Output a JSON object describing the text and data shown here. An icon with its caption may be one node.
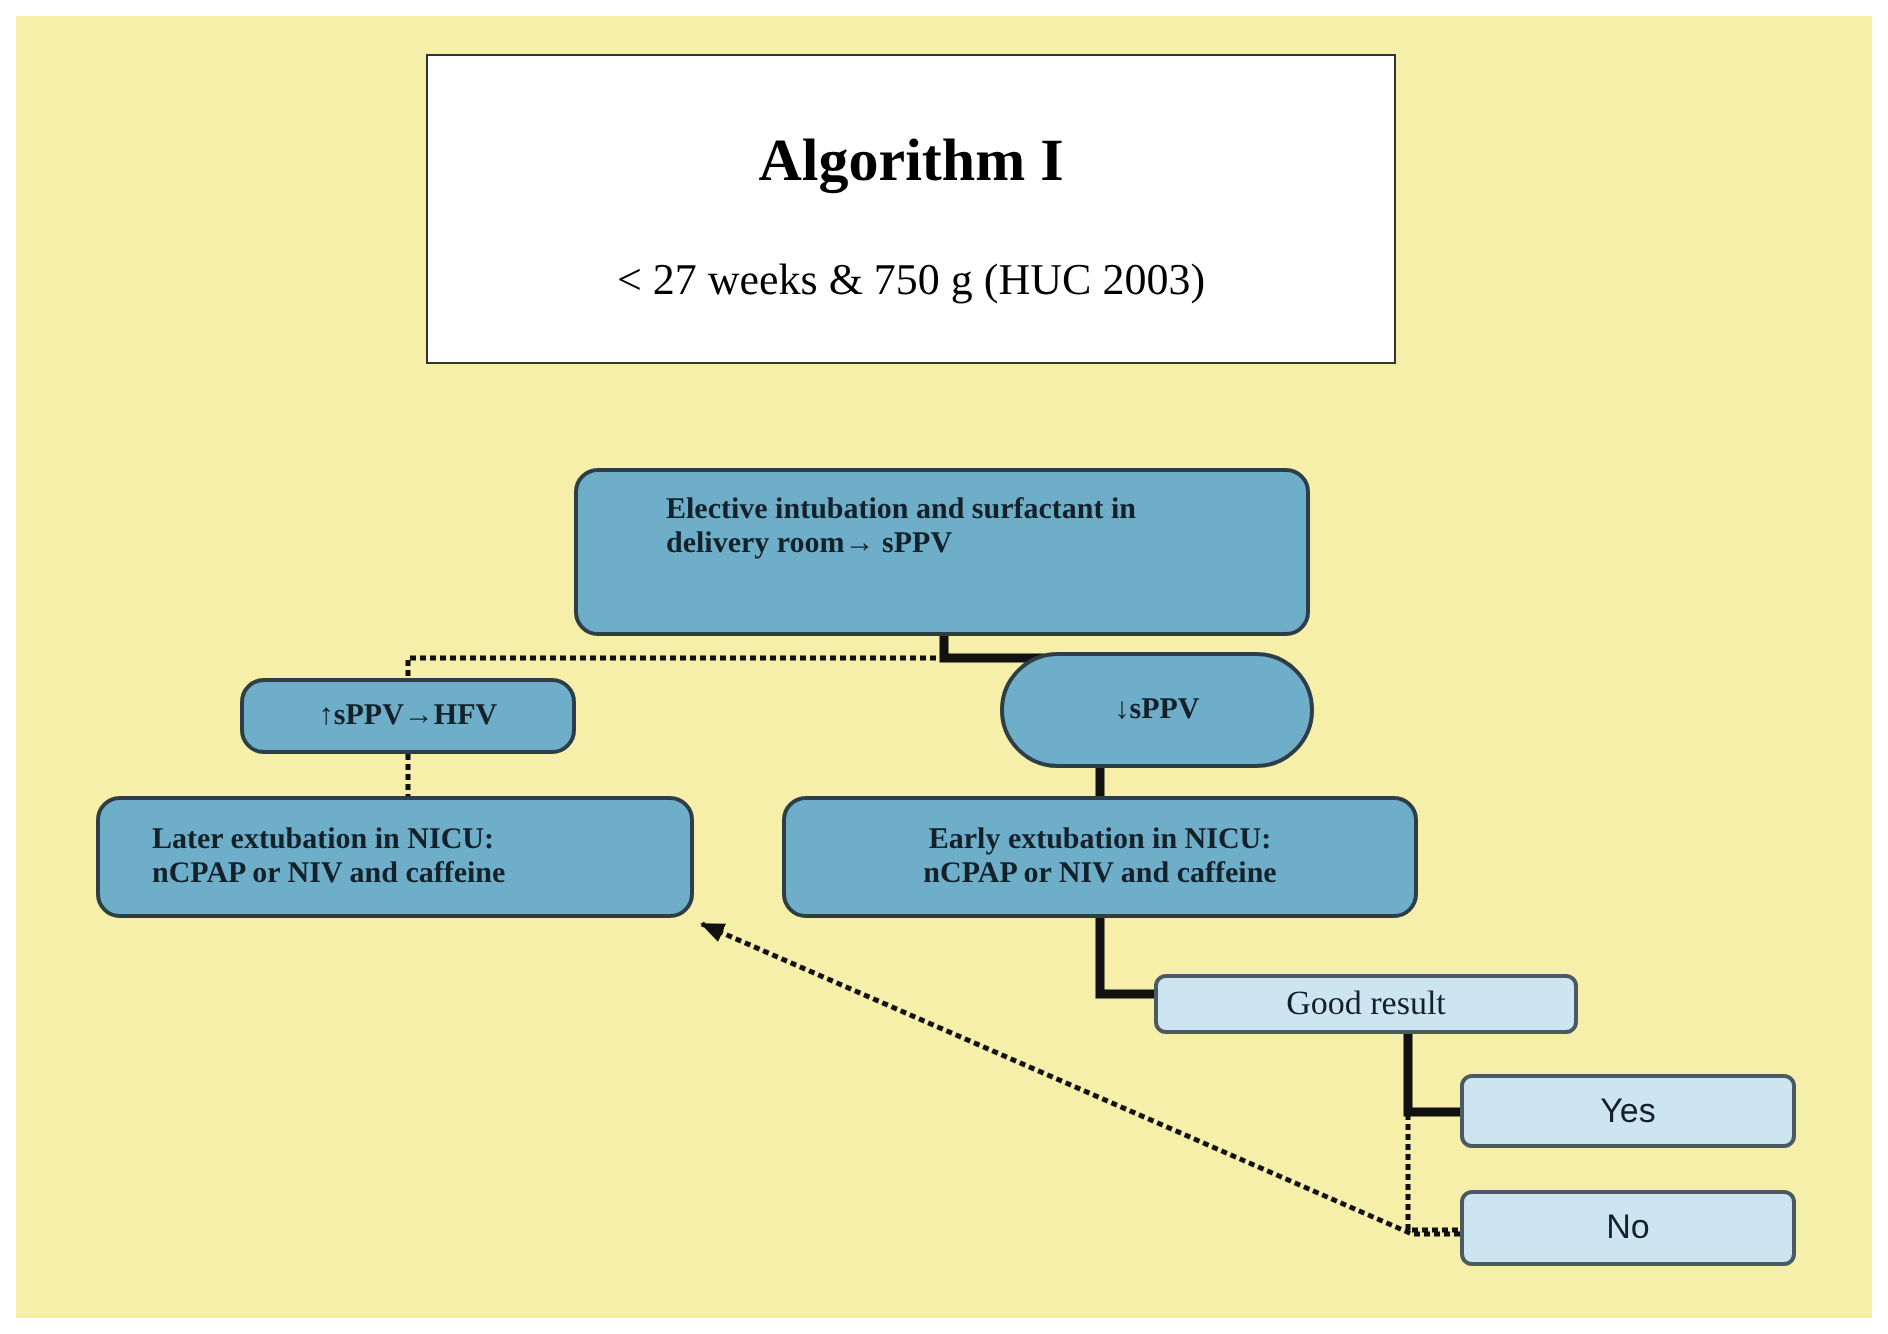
{
  "diagram": {
    "nodes": [
      {
        "text": [
          "Algorithm I",
          "< 27 weeks & 750 g (HUC 2003)"
        ]
      },
      {
        "text": [
          "Elective intubation and surfactant in delivery room→ sPPV"
        ]
      },
      {
        "text": [
          "↑sPPV→HFV"
        ]
      },
      {
        "text": [
          "↓sPPV"
        ]
      },
      {
        "text": [
          "Later extubation in NICU: nCPAP or NIV and caffeine"
        ]
      },
      {
        "text": [
          "Early extubation in NICU: nCPAP or NIV and caffeine"
        ]
      },
      {
        "text": [
          "Good result"
        ]
      },
      {
        "text": [
          "Yes"
        ]
      },
      {
        "text": [
          "No"
        ]
      }
    ],
    "edges": [
      {
        "from": 1,
        "to": 2,
        "arrow": "none",
        "style": "dashed"
      },
      {
        "from": 1,
        "to": 3,
        "arrow": "none",
        "style": "thick"
      },
      {
        "from": 2,
        "to": 4,
        "arrow": "none",
        "style": "dashed"
      },
      {
        "from": 3,
        "to": 5,
        "arrow": "none",
        "style": "thick"
      },
      {
        "from": 5,
        "to": 6,
        "arrow": "none",
        "style": "thick"
      },
      {
        "from": 6,
        "to": 7,
        "arrow": "none",
        "style": "thick"
      },
      {
        "from": 6,
        "to": 8,
        "arrow": "none",
        "style": "dashed"
      },
      {
        "from": 8,
        "to": 4,
        "arrow": "to",
        "style": "dashed"
      }
    ]
  }
}
